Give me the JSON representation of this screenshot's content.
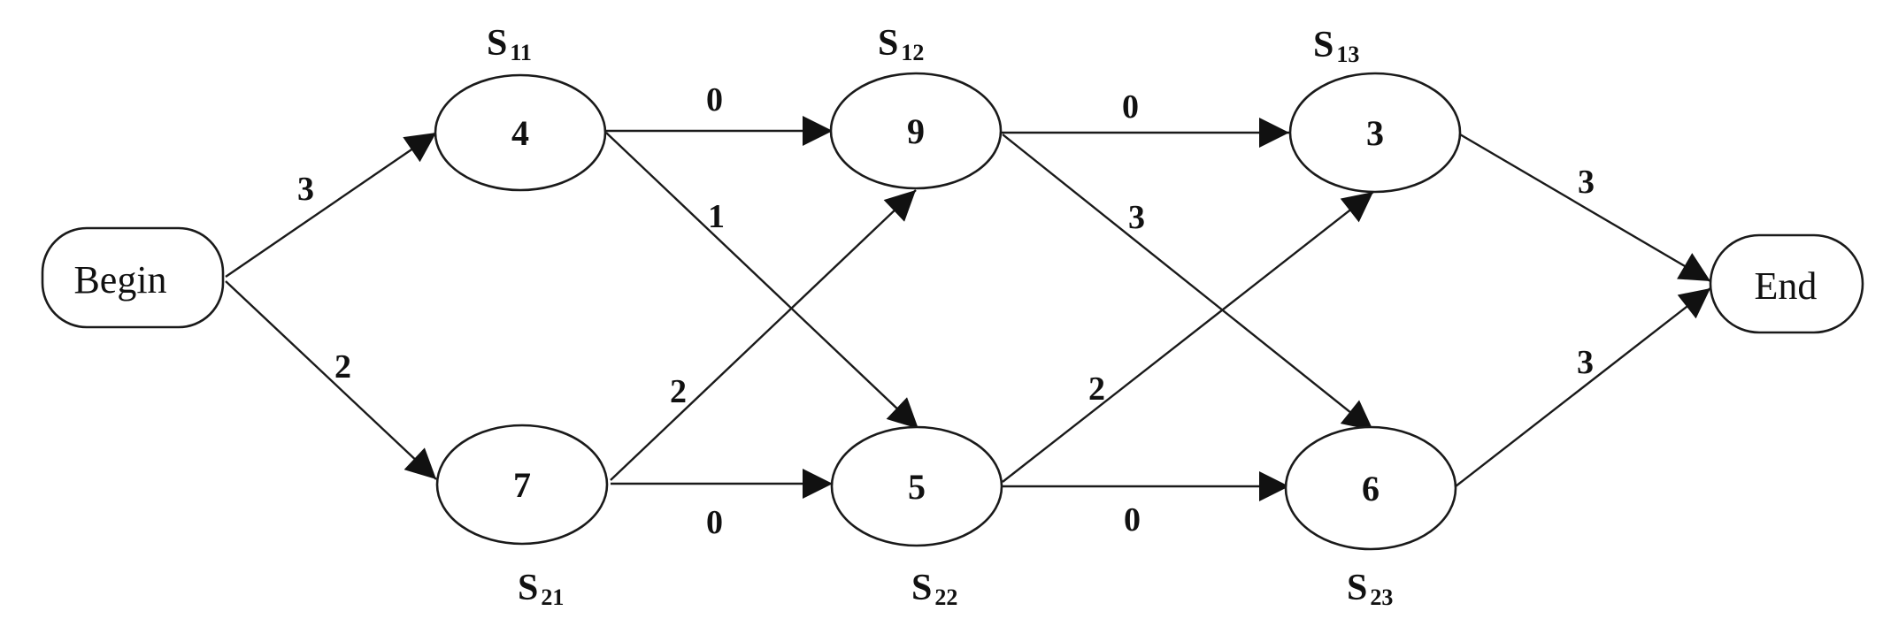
{
  "diagram": {
    "terminals": {
      "begin": "Begin",
      "end": "End"
    },
    "nodes": {
      "s11": {
        "name": "S",
        "index": "11",
        "value": "4"
      },
      "s12": {
        "name": "S",
        "index": "12",
        "value": "9"
      },
      "s13": {
        "name": "S",
        "index": "13",
        "value": "3"
      },
      "s21": {
        "name": "S",
        "index": "21",
        "value": "7"
      },
      "s22": {
        "name": "S",
        "index": "22",
        "value": "5"
      },
      "s23": {
        "name": "S",
        "index": "23",
        "value": "6"
      }
    },
    "edges": {
      "begin_s11": "3",
      "begin_s21": "2",
      "s11_s12": "0",
      "s11_s22": "1",
      "s21_s12": "2",
      "s21_s22": "0",
      "s12_s13": "0",
      "s12_s23": "3",
      "s22_s13": "2",
      "s22_s23": "0",
      "s13_end": "3",
      "s23_end": "3"
    }
  }
}
